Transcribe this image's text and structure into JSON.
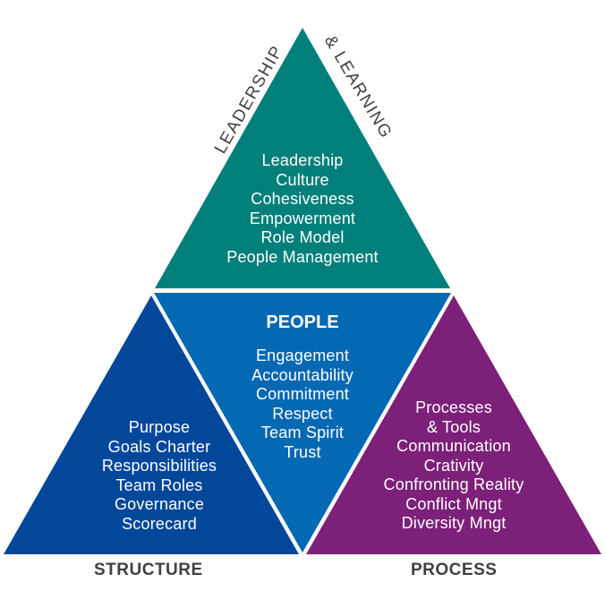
{
  "colors": {
    "top": "#007f7b",
    "middle": "#0568b3",
    "left": "#03479b",
    "right": "#7d2079",
    "label_text": "#404040",
    "inner_text": "#ffffff"
  },
  "top_section": {
    "edge_label_left": "LEADERSHIP",
    "edge_label_right": "& LEARNING",
    "items": [
      "Leadership",
      "Culture",
      "Cohesiveness",
      "Empowerment",
      "Role Model",
      "People Management"
    ]
  },
  "middle_section": {
    "title": "PEOPLE",
    "items": [
      "Engagement",
      "Accountability",
      "Commitment",
      "Respect",
      "Team Spirit",
      "Trust"
    ]
  },
  "left_section": {
    "label": "STRUCTURE",
    "items": [
      "Purpose",
      "Goals Charter",
      "Responsibilities",
      "Team Roles",
      "Governance",
      "Scorecard"
    ]
  },
  "right_section": {
    "label": "PROCESS",
    "items": [
      "Processes",
      "& Tools",
      "Communication",
      "Crativity",
      "Confronting Reality",
      "Conflict Mngt",
      "Diversity Mngt"
    ]
  }
}
